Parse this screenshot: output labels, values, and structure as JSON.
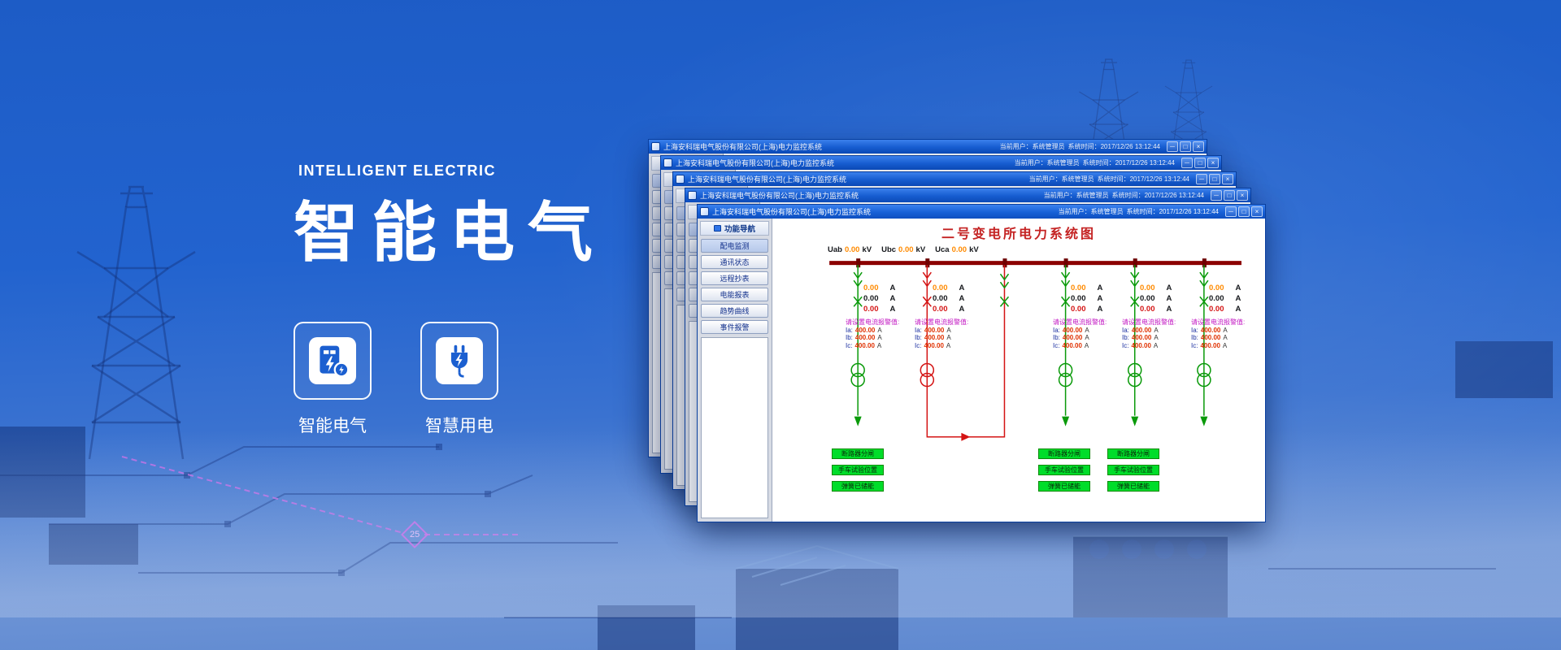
{
  "colors": {
    "accent_blue": "#1b5fd0",
    "titlebar_blue": "#1760d6",
    "bus_red": "#8b0000",
    "energized_red": "#d41414",
    "deenergized_green": "#0a9a0a",
    "status_green": "#00dd2a",
    "alarm_magenta": "#c318c3",
    "value_orange": "#ff8a00"
  },
  "hero": {
    "kicker": "INTELLIGENT ELECTRIC",
    "title": "智能电气",
    "cards": [
      {
        "label": "智能电气",
        "icon": "smart-meter-icon"
      },
      {
        "label": "智慧用电",
        "icon": "smart-plug-icon"
      }
    ]
  },
  "background": {
    "marker_label": "25"
  },
  "app_window": {
    "title": "上海安科瑞电气股份有限公司(上海)电力监控系统",
    "status_user": "当前用户：系统管理员",
    "status_time": "系统时间：2017/12/26  13:12:44",
    "controls": {
      "minimize": "－",
      "maximize": "□",
      "close": "×"
    },
    "sidebar": {
      "header": "功能导航",
      "items": [
        "配电监测",
        "通讯状态",
        "远程抄表",
        "电能报表",
        "趋势曲线",
        "事件报警"
      ]
    },
    "diagram": {
      "title": "二号变电所电力系统图",
      "voltages": [
        {
          "label": "Uab",
          "value": "0.00",
          "unit": "kV"
        },
        {
          "label": "Ubc",
          "value": "0.00",
          "unit": "kV"
        },
        {
          "label": "Uca",
          "value": "0.00",
          "unit": "kV"
        }
      ],
      "feeders": [
        {
          "currents": [
            "0.00",
            "0.00",
            "0.00"
          ],
          "unit": "A",
          "alarm_heading": "请设置电流报警值:",
          "alarms": [
            {
              "label": "Ia:",
              "value": "400.00",
              "unit": "A"
            },
            {
              "label": "Ib:",
              "value": "400.00",
              "unit": "A"
            },
            {
              "label": "Ic:",
              "value": "400.00",
              "unit": "A"
            }
          ]
        },
        {
          "currents": [
            "0.00",
            "0.00",
            "0.00"
          ],
          "unit": "A",
          "alarm_heading": "请设置电流报警值:",
          "alarms": [
            {
              "label": "Ia:",
              "value": "400.00",
              "unit": "A"
            },
            {
              "label": "Ib:",
              "value": "400.00",
              "unit": "A"
            },
            {
              "label": "Ic:",
              "value": "400.00",
              "unit": "A"
            }
          ]
        },
        {
          "currents": [
            "0.00",
            "0.00",
            "0.00"
          ],
          "unit": "A",
          "alarm_heading": "请设置电流报警值:",
          "alarms": [
            {
              "label": "Ia:",
              "value": "400.00",
              "unit": "A"
            },
            {
              "label": "Ib:",
              "value": "400.00",
              "unit": "A"
            },
            {
              "label": "Ic:",
              "value": "400.00",
              "unit": "A"
            }
          ]
        },
        {
          "currents": [
            "0.00",
            "0.00",
            "0.00"
          ],
          "unit": "A",
          "alarm_heading": "请设置电流报警值:",
          "alarms": [
            {
              "label": "Ia:",
              "value": "400.00",
              "unit": "A"
            },
            {
              "label": "Ib:",
              "value": "400.00",
              "unit": "A"
            },
            {
              "label": "Ic:",
              "value": "400.00",
              "unit": "A"
            }
          ]
        },
        {
          "currents": [
            "0.00",
            "0.00",
            "0.00"
          ],
          "unit": "A",
          "alarm_heading": "请设置电流报警值:",
          "alarms": [
            {
              "label": "Ia:",
              "value": "400.00",
              "unit": "A"
            },
            {
              "label": "Ib:",
              "value": "400.00",
              "unit": "A"
            },
            {
              "label": "Ic:",
              "value": "400.00",
              "unit": "A"
            }
          ]
        }
      ],
      "status_groups": [
        {
          "rows": [
            "断路器分闸",
            "手车试验位置",
            "弹簧已储能"
          ]
        },
        {
          "rows": [
            "断路器分闸",
            "手车试验位置",
            "弹簧已储能"
          ]
        },
        {
          "rows": [
            "断路器分闸",
            "手车试验位置",
            "弹簧已储能"
          ]
        }
      ]
    }
  }
}
